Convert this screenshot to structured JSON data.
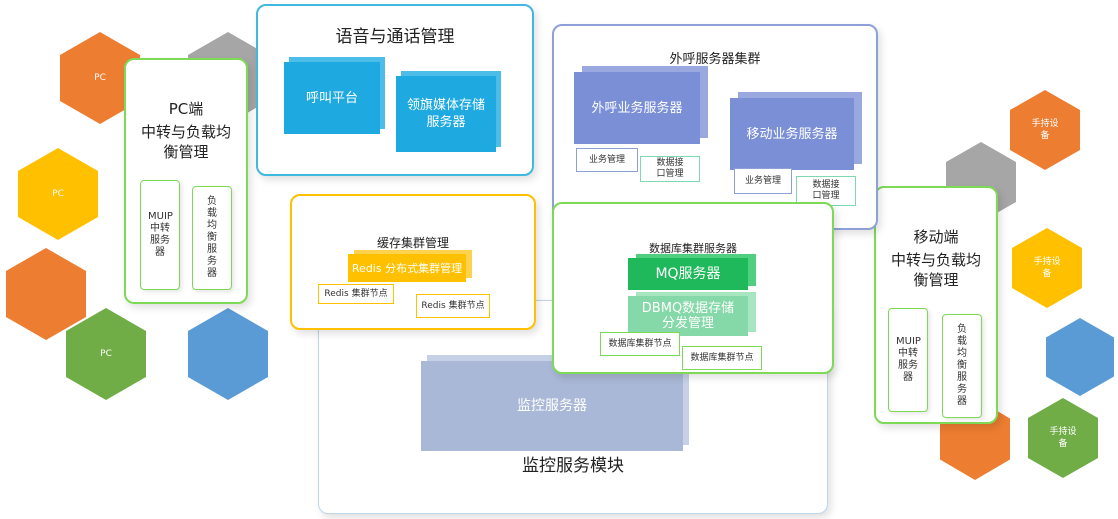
{
  "hexagons": [
    {
      "label": "PC",
      "color": "#ed7d31"
    },
    {
      "label": "",
      "color": "#a6a6a6"
    },
    {
      "label": "PC",
      "color": "#ffc000"
    },
    {
      "label": "",
      "color": "#ed7d31"
    },
    {
      "label": "PC",
      "color": "#70ad47"
    },
    {
      "label": "",
      "color": "#5b9bd5"
    },
    {
      "label": "手持设备",
      "color": "#ed7d31"
    },
    {
      "label": "",
      "color": "#a6a6a6"
    },
    {
      "label": "手持设备",
      "color": "#ffc000"
    },
    {
      "label": "",
      "color": "#5b9bd5"
    },
    {
      "label": "",
      "color": "#ed7d31"
    },
    {
      "label": "手持设备",
      "color": "#70ad47"
    }
  ],
  "pc_panel": {
    "title_line1": "PC端",
    "title_line2": "中转与负载均衡管理",
    "box1": "MUIP中转服务器",
    "box2": "负载均衡服务器"
  },
  "mobile_panel": {
    "title_line1": "移动端",
    "title_line2": "中转与负载均衡管理",
    "box1": "MUIP中转服务器",
    "box2": "负载均衡服务器"
  },
  "voice_panel": {
    "title": "语音与通话管理",
    "block1": "呼叫平台",
    "block2": "领旗媒体存储服务器"
  },
  "outbound_panel": {
    "title": "外呼服务器集群",
    "server1": "外呼业务服务器",
    "server2": "移动业务服务器",
    "sub1a": "业务管理",
    "sub1b": "数据接口管理",
    "sub2a": "业务管理",
    "sub2b": "数据接口管理"
  },
  "cache_panel": {
    "title": "缓存集群管理",
    "block": "Redis 分布式集群管理",
    "node1": "Redis 集群节点",
    "node2": "Redis 集群节点"
  },
  "db_panel": {
    "title": "数据库集群服务器",
    "block1": "MQ服务器",
    "block2": "DBMQ数据存储分发管理",
    "node1": "数据库集群节点",
    "node2": "数据库集群节点"
  },
  "monitor_panel": {
    "title": "监控服务模块",
    "block": "监控服务器"
  },
  "colors": {
    "voice_border": "#41b8e0",
    "voice_block": "#1fa9e1",
    "outbound_border": "#8fa0d8",
    "outbound_block": "#7b8fd6",
    "cache_border": "#ffc000",
    "cache_block": "#ffc000",
    "db_border": "#7ed957",
    "mq_block": "#1fb85a",
    "dbmq_block": "#85d9a8",
    "monitor_border": "#bfd7ea",
    "monitor_block": "#a9b8d6"
  }
}
